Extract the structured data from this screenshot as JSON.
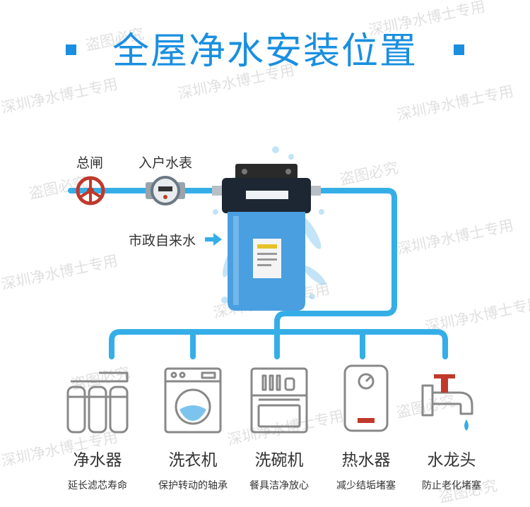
{
  "title": "全屋净水安装位置",
  "labels": {
    "main_valve": "总闸",
    "water_meter": "入户水表",
    "city_water": "市政自来水"
  },
  "appliances": [
    {
      "name": "净水器",
      "desc": "延长滤芯寿命",
      "icon": "water-purifier-icon"
    },
    {
      "name": "洗衣机",
      "desc": "保护转动的轴承",
      "icon": "washing-machine-icon"
    },
    {
      "name": "洗碗机",
      "desc": "餐具洁净放心",
      "icon": "dishwasher-icon"
    },
    {
      "name": "热水器",
      "desc": "减少结垢堵塞",
      "icon": "water-heater-icon"
    },
    {
      "name": "水龙头",
      "desc": "防止老化堵塞",
      "icon": "faucet-icon"
    }
  ],
  "watermark": [
    "深圳净水博士专用",
    "盗图必究"
  ],
  "colors": {
    "pipe": "#35aee8",
    "title": "#1a8fe0",
    "valve": "#c0392b",
    "filter_housing": "#4a9fe0",
    "icon_stroke": "#888888"
  }
}
